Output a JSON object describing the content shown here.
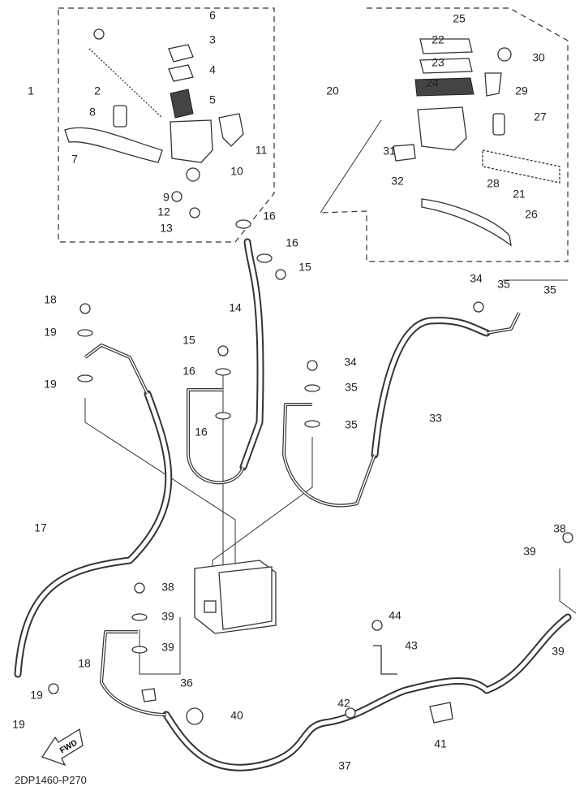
{
  "diagram": {
    "part_code": "2DP1460-P270",
    "fwd_label": "FWD",
    "callouts": [
      "1",
      "2",
      "3",
      "4",
      "5",
      "6",
      "7",
      "8",
      "9",
      "10",
      "11",
      "12",
      "13",
      "14",
      "15",
      "16",
      "16",
      "15",
      "16",
      "16",
      "18",
      "19",
      "19",
      "17",
      "18",
      "19",
      "19",
      "20",
      "21",
      "22",
      "23",
      "24",
      "25",
      "26",
      "27",
      "28",
      "29",
      "30",
      "31",
      "32",
      "33",
      "34",
      "35",
      "35",
      "34",
      "35",
      "35",
      "36",
      "37",
      "38",
      "39",
      "39",
      "38",
      "39",
      "39",
      "40",
      "41",
      "42",
      "43",
      "44"
    ]
  }
}
